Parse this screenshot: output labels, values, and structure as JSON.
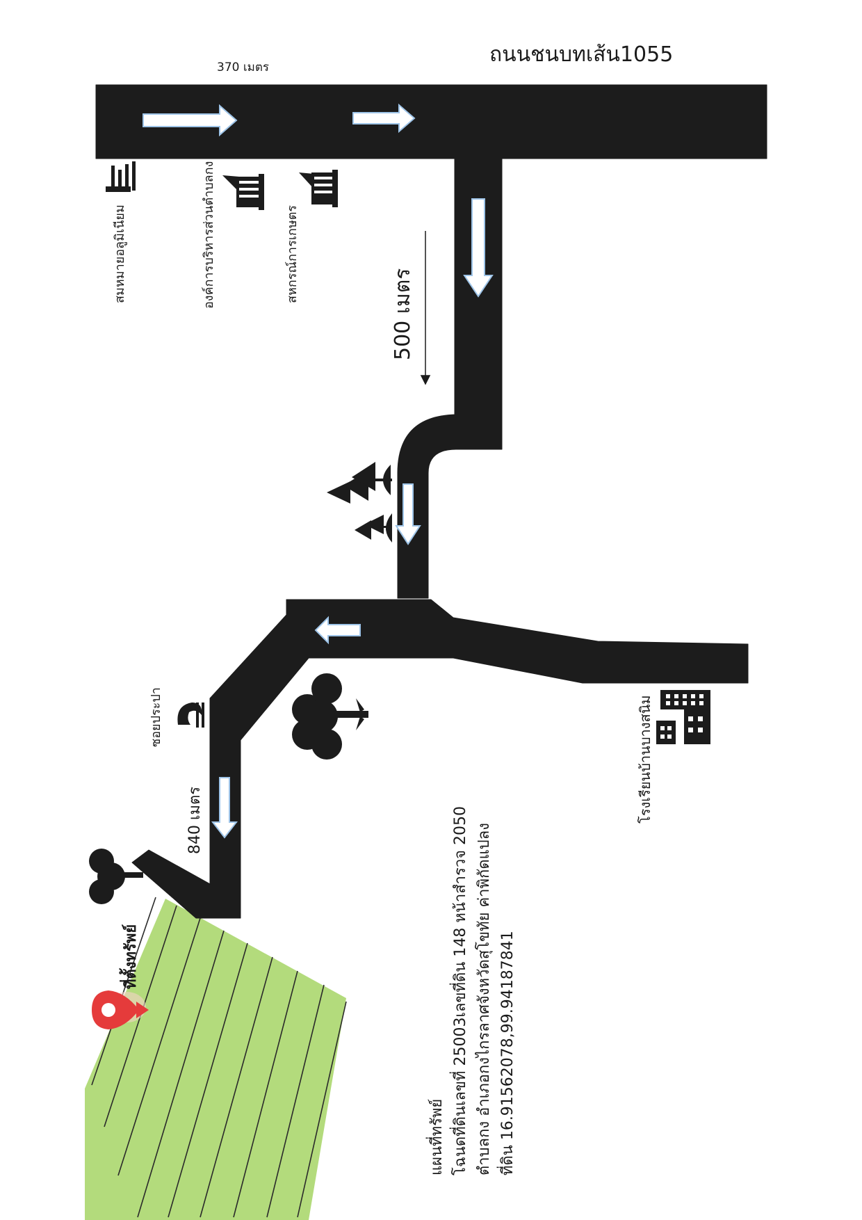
{
  "map": {
    "road_title": "ถนนชนบทเส้น1055",
    "distance_top": "370 เมตร",
    "distance_vertical": "500 เมตร",
    "distance_lower": "840 เมตร",
    "landmarks": {
      "assoc": "สมหมายอลูมิเนียม",
      "sao": "องค์การบริหารส่วนตำบลกง",
      "coop": "สหกรณ์การเกษตร",
      "soi": "ซอยประปา",
      "school": "โรงเรียนบ้านบางสนิม",
      "target": "ที่ตั้งทรัพย์"
    },
    "info": {
      "title": "แผนที่ทรัพย์",
      "line1": "โฉนดที่ดินเลขที่ 25003เลขที่ดิน 148 หน้าสำรวจ 2050",
      "line2": "ตำบลกง อำเภอกงไกรลาศจังหวัดสุโขทัย ค่าพิกัดแปลง",
      "line3": "ที่ดิน 16.91562078,99.94187841"
    },
    "colors": {
      "road": "#1c1c1c",
      "arrow_fill": "#ffffff",
      "arrow_stroke": "#9ec4e8",
      "land": "#b3db7c",
      "pin": "#e53b3b"
    },
    "icons": [
      "building-icon",
      "government-building-icon",
      "tree-icon",
      "water-icon",
      "office-building-icon",
      "location-pin-icon",
      "arrow-icon"
    ]
  }
}
